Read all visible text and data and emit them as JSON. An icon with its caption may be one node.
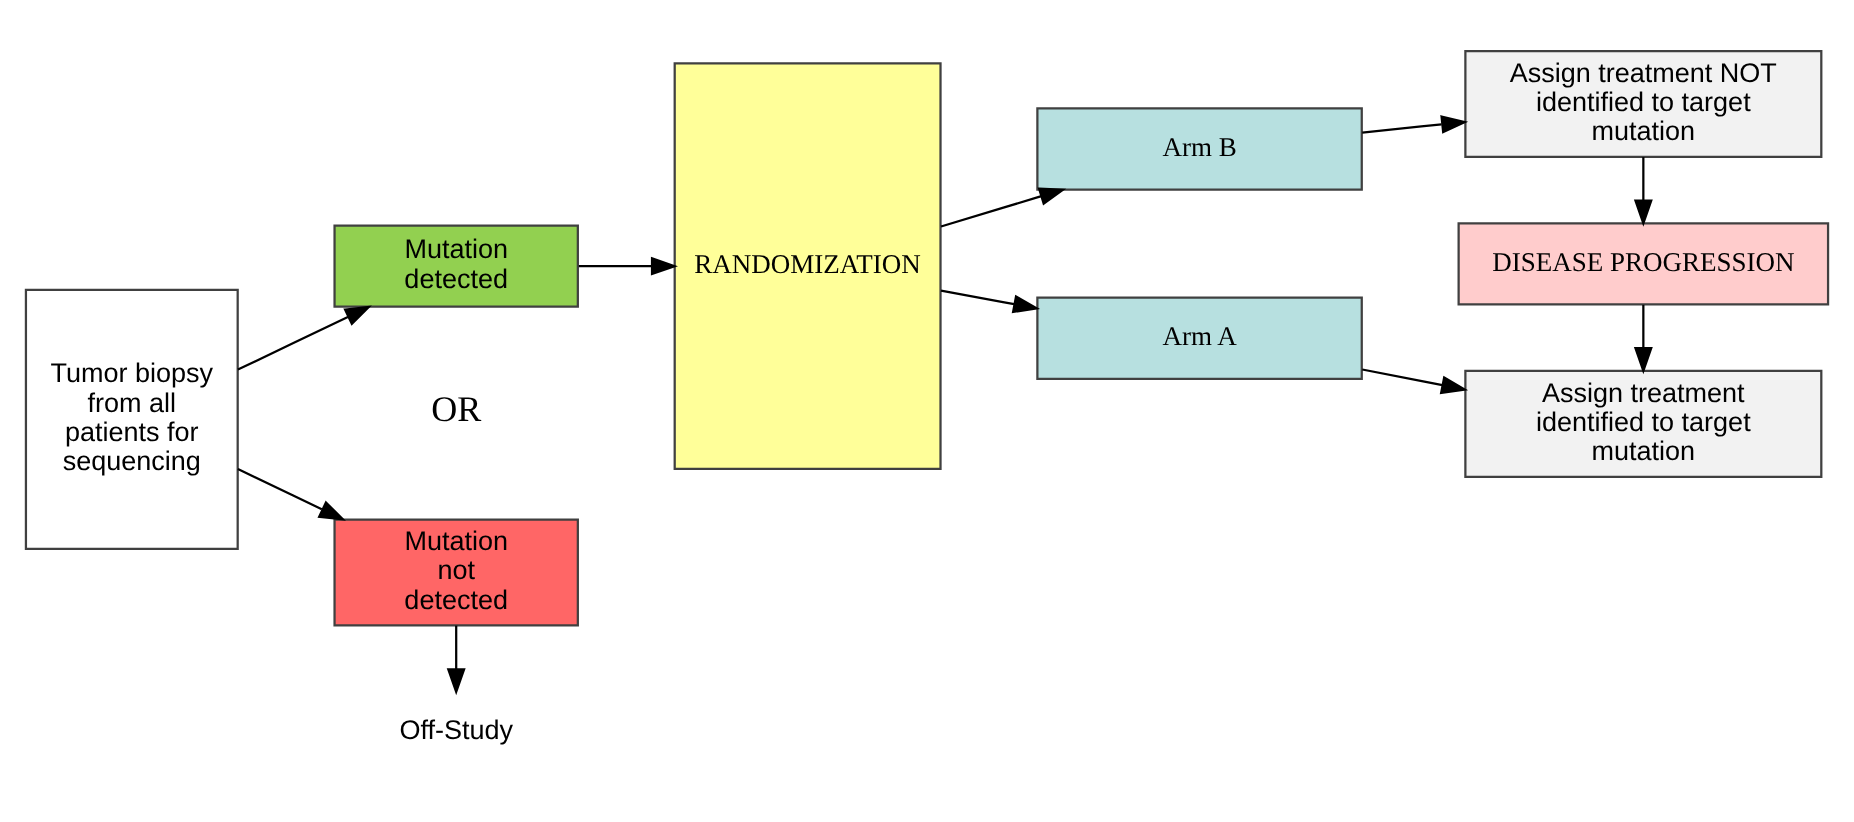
{
  "diagram": {
    "nodes": [
      {
        "text": [
          "Tumor biopsy from all patients for sequencing"
        ]
      },
      {
        "text": [
          "Mutation detected"
        ]
      },
      {
        "text": [
          "Mutation not detected"
        ]
      },
      {
        "text": [
          "Off-Study"
        ]
      },
      {
        "text": [
          "RANDOMIZATION"
        ]
      },
      {
        "text": [
          "Arm A"
        ]
      },
      {
        "text": [
          "Arm B"
        ]
      },
      {
        "text": [
          "Assign treatment identified to target mutation"
        ]
      },
      {
        "text": [
          "DISEASE PROGRESSION"
        ]
      },
      {
        "text": [
          "Assign treatment NOT identified to target mutation"
        ]
      }
    ],
    "edges": [
      {
        "from": 0,
        "to": 1,
        "arrow": "to"
      },
      {
        "from": 0,
        "to": 2,
        "arrow": "to"
      },
      {
        "from": 2,
        "to": 3,
        "arrow": "to"
      },
      {
        "from": 1,
        "to": 4,
        "arrow": "to"
      },
      {
        "from": 4,
        "to": 5,
        "arrow": "to"
      },
      {
        "from": 4,
        "to": 6,
        "arrow": "to"
      },
      {
        "from": 5,
        "to": 7,
        "arrow": "to"
      },
      {
        "from": 6,
        "to": 9,
        "arrow": "to"
      },
      {
        "from": 9,
        "to": 8,
        "arrow": "to"
      },
      {
        "from": 8,
        "to": 7,
        "arrow": "to"
      }
    ],
    "labels": [
      "OR"
    ]
  }
}
